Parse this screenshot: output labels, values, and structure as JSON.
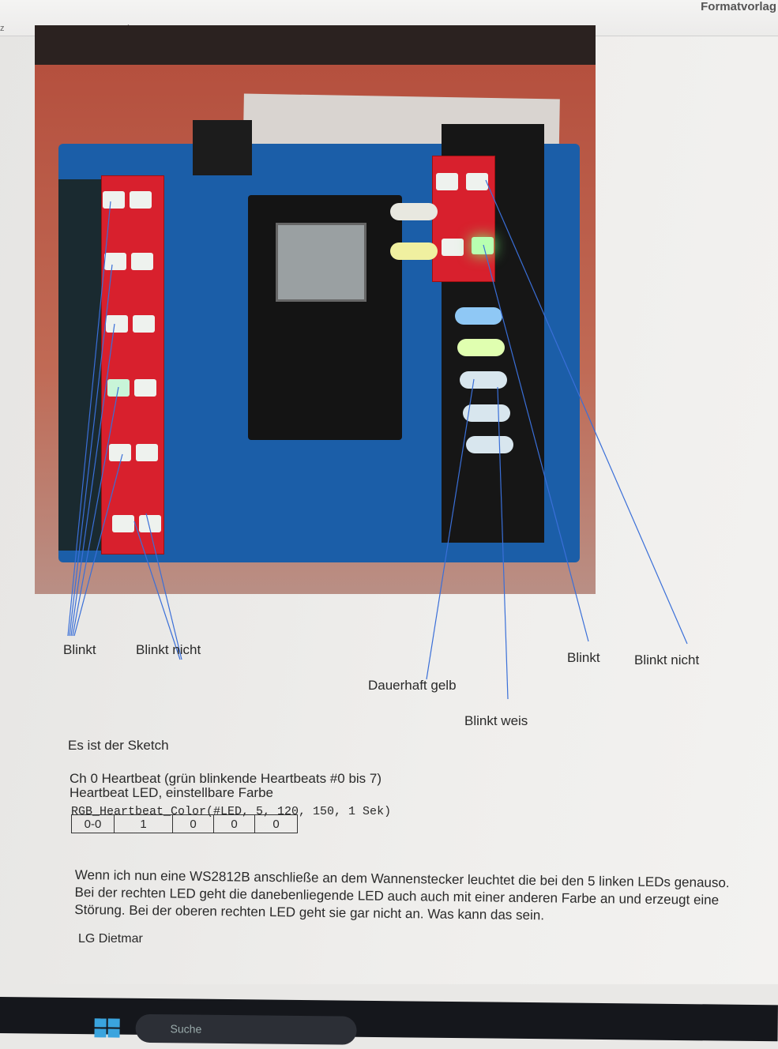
{
  "ribbon": {
    "styles_label": "Formatvorlag",
    "left_char": "z",
    "launcher_icon": "dialog-launcher-icon"
  },
  "annotations": {
    "blinkt_left": "Blinkt",
    "blinkt_nicht_left": "Blinkt nicht",
    "dauerhaft_gelb": "Dauerhaft gelb",
    "blinkt_weis": "Blinkt weis",
    "blinkt_right": "Blinkt",
    "blinkt_nicht_right": "Blinkt nicht",
    "line_color": "#3a6fd8"
  },
  "doc": {
    "sketch_line": "Es ist der Sketch",
    "line1": "Ch 0 Heartbeat (grün blinkende Heartbeats #0 bis 7)",
    "line2": "Heartbeat LED, einstellbare Farbe",
    "code": "RGB_Heartbeat_Color(#LED, 5, 120, 150, 1 Sek)",
    "table": [
      "0-0",
      "1",
      "0",
      "0",
      "0"
    ],
    "para": "Wenn ich nun eine WS2812B anschließe an dem Wannenstecker leuchtet die bei den 5 linken LEDs genauso. Bei der rechten LED geht die danebenliegende LED auch auch mit einer anderen Farbe an und erzeugt eine Störung. Bei der oberen rechten LED geht sie gar nicht an. Was kann das sein.",
    "signoff": "LG Dietmar"
  },
  "taskbar": {
    "search_placeholder": "Suche"
  }
}
